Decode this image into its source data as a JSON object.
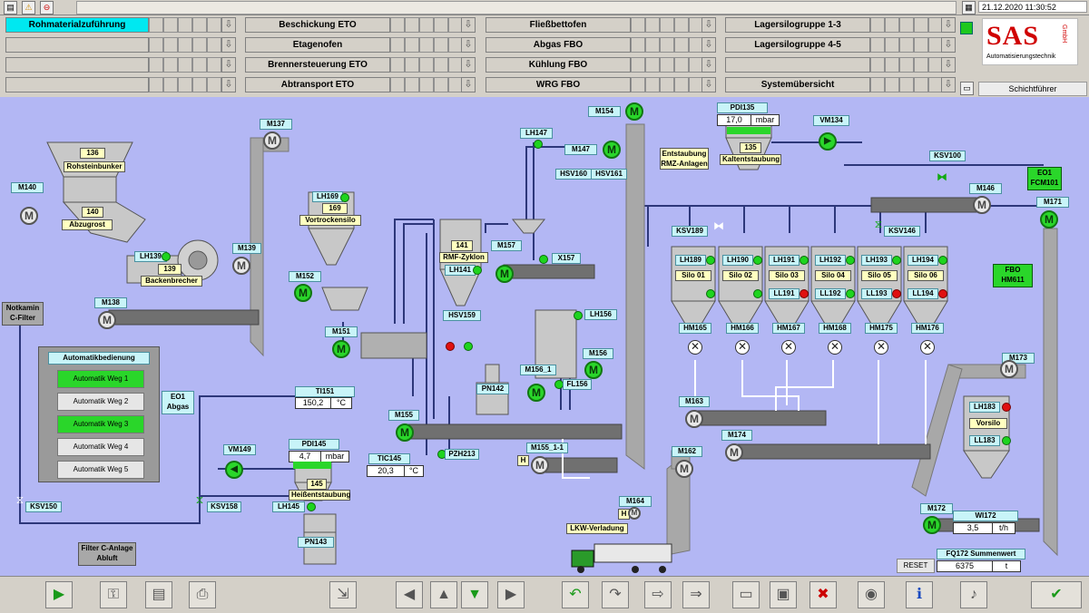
{
  "topbar": {
    "icons": [
      "folder-icon",
      "alert-icon",
      "stop-icon"
    ],
    "datetime": "21.12.2020 11:30:52",
    "schichtfuehrer": "Schichtführer"
  },
  "nav": {
    "col1": [
      "Rohmaterialzuführung",
      "",
      "",
      ""
    ],
    "col2": [
      "Beschickung ETO",
      "Etagenofen",
      "Brennersteuerung ETO",
      "Abtransport ETO"
    ],
    "col3": [
      "Fließbettofen",
      "Abgas FBO",
      "Kühlung FBO",
      "WRG FBO"
    ],
    "col4": [
      "Lagersilogruppe 1-3",
      "Lagersilogruppe 4-5",
      "",
      "Systemübersicht"
    ]
  },
  "logo": {
    "name": "SAS",
    "gmbh": "GmbH",
    "tagline": "Automatisierungstechnik"
  },
  "process": {
    "labels": {
      "m140": "M140",
      "m138": "M138",
      "m137": "M137",
      "m139": "M139",
      "lh139": "LH139",
      "m152": "M152",
      "m151": "M151",
      "lh169": "LH169",
      "m155": "M155",
      "m157": "M157",
      "lh147": "LH147",
      "m147": "M147",
      "hsv160": "HSV160",
      "hsv161": "HSV161",
      "m154": "M154",
      "lh141": "LH141",
      "hsv159": "HSV159",
      "pn142": "PN142",
      "x157": "X157",
      "lh156": "LH156",
      "m156": "M156",
      "m156_1": "M156_1",
      "fl156": "FL156",
      "m155_1_1": "M155_1-1",
      "m164": "M164",
      "m162": "M162",
      "m163": "M163",
      "m174": "M174",
      "m173": "M173",
      "m172": "M172",
      "m171": "M171",
      "m146": "M146",
      "ksv100": "KSV100",
      "ksv189": "KSV189",
      "ksv146": "KSV146",
      "vm134": "VM134",
      "pdi135": "PDI135",
      "vm149": "VM149",
      "pdi145": "PDI145",
      "tic145": "TIC145",
      "ti151": "TI151",
      "lh145": "LH145",
      "pn143": "PN143",
      "pzh213": "PZH213",
      "ksv150": "KSV150",
      "ksv158": "KSV158",
      "wi172": "WI172",
      "fq172": "FQ172 Summenwert",
      "eo1_abgas_a": "EO1",
      "eo1_abgas_b": "Abgas",
      "eo1_fcm_a": "EO1",
      "eo1_fcm_b": "FCM101",
      "fbo_a": "FBO",
      "fbo_b": "HM611",
      "lh183": "LH183",
      "ll183": "LL183"
    },
    "names": {
      "rohsteinbunker": "Rohsteinbunker",
      "abzugrost": "Abzugrost",
      "backenbrecher": "Backenbrecher",
      "vortrockensilo": "Vortrockensilo",
      "rmf_zyklon": "RMF-Zyklon",
      "kaltentstaubung": "Kaltentstaubung",
      "entstaubung_a": "Entstaubung",
      "entstaubung_b": "RMZ-Anlagen",
      "heissentstaubung": "Heißentstaubung",
      "lkw": "LKW-Verladung",
      "vorsilo": "Vorsilo",
      "notkamin_a": "Notkamin",
      "notkamin_b": "C-Filter",
      "filter_a": "Filter C-Anlage",
      "filter_b": "Abluft"
    },
    "values": {
      "rohsteinbunker": "136",
      "abzugrost": "140",
      "backenbrecher": "139",
      "vortrockensilo": "169",
      "rmf_zyklon": "141",
      "kaltentstaubung": "135",
      "heissentstaubung": "145",
      "pdi135_val": "17,0",
      "pdi135_unit": "mbar",
      "pdi145_val": "4,7",
      "pdi145_unit": "mbar",
      "tic145_val": "20,3",
      "tic145_unit": "°C",
      "ti151_val": "150,2",
      "ti151_unit": "°C",
      "wi172_val": "3,5",
      "wi172_unit": "t/h",
      "fq172_val": "6375",
      "fq172_unit": "t",
      "reset": "RESET",
      "h1": "H",
      "h2": "H"
    },
    "silos": [
      {
        "lh": "LH189",
        "name": "Silo 01",
        "ll": "",
        "hm": "HM165",
        "ll_red": false
      },
      {
        "lh": "LH190",
        "name": "Silo 02",
        "ll": "",
        "hm": "HM166",
        "ll_red": false
      },
      {
        "lh": "LH191",
        "name": "Silo 03",
        "ll": "LL191",
        "hm": "HM167",
        "ll_red": true
      },
      {
        "lh": "LH192",
        "name": "Silo 04",
        "ll": "LL192",
        "hm": "HM168",
        "ll_red": false
      },
      {
        "lh": "LH193",
        "name": "Silo 05",
        "ll": "LL193",
        "hm": "HM175",
        "ll_red": true
      },
      {
        "lh": "LH194",
        "name": "Silo 06",
        "ll": "LL194",
        "hm": "HM176",
        "ll_red": true
      }
    ],
    "auto": {
      "title": "Automatikbedienung",
      "buttons": [
        {
          "label": "Automatik Weg 1",
          "on": true
        },
        {
          "label": "Automatik Weg 2",
          "on": false
        },
        {
          "label": "Automatik Weg 3",
          "on": true
        },
        {
          "label": "Automatik Weg 4",
          "on": false
        },
        {
          "label": "Automatik Weg 5",
          "on": false
        }
      ]
    }
  },
  "toolbar": {
    "buttons": [
      "play-icon",
      "key-icon",
      "report-icon",
      "print-icon",
      "export-icon",
      "arrow-left-icon",
      "arrow-up-icon",
      "arrow-down-icon",
      "arrow-right-icon",
      "undo-icon",
      "redo-icon",
      "import-icon",
      "forward-icon",
      "open-folder-icon",
      "save-icon",
      "delete-icon",
      "monitor-icon",
      "info-icon",
      "sound-icon",
      "confirm-icon"
    ]
  }
}
